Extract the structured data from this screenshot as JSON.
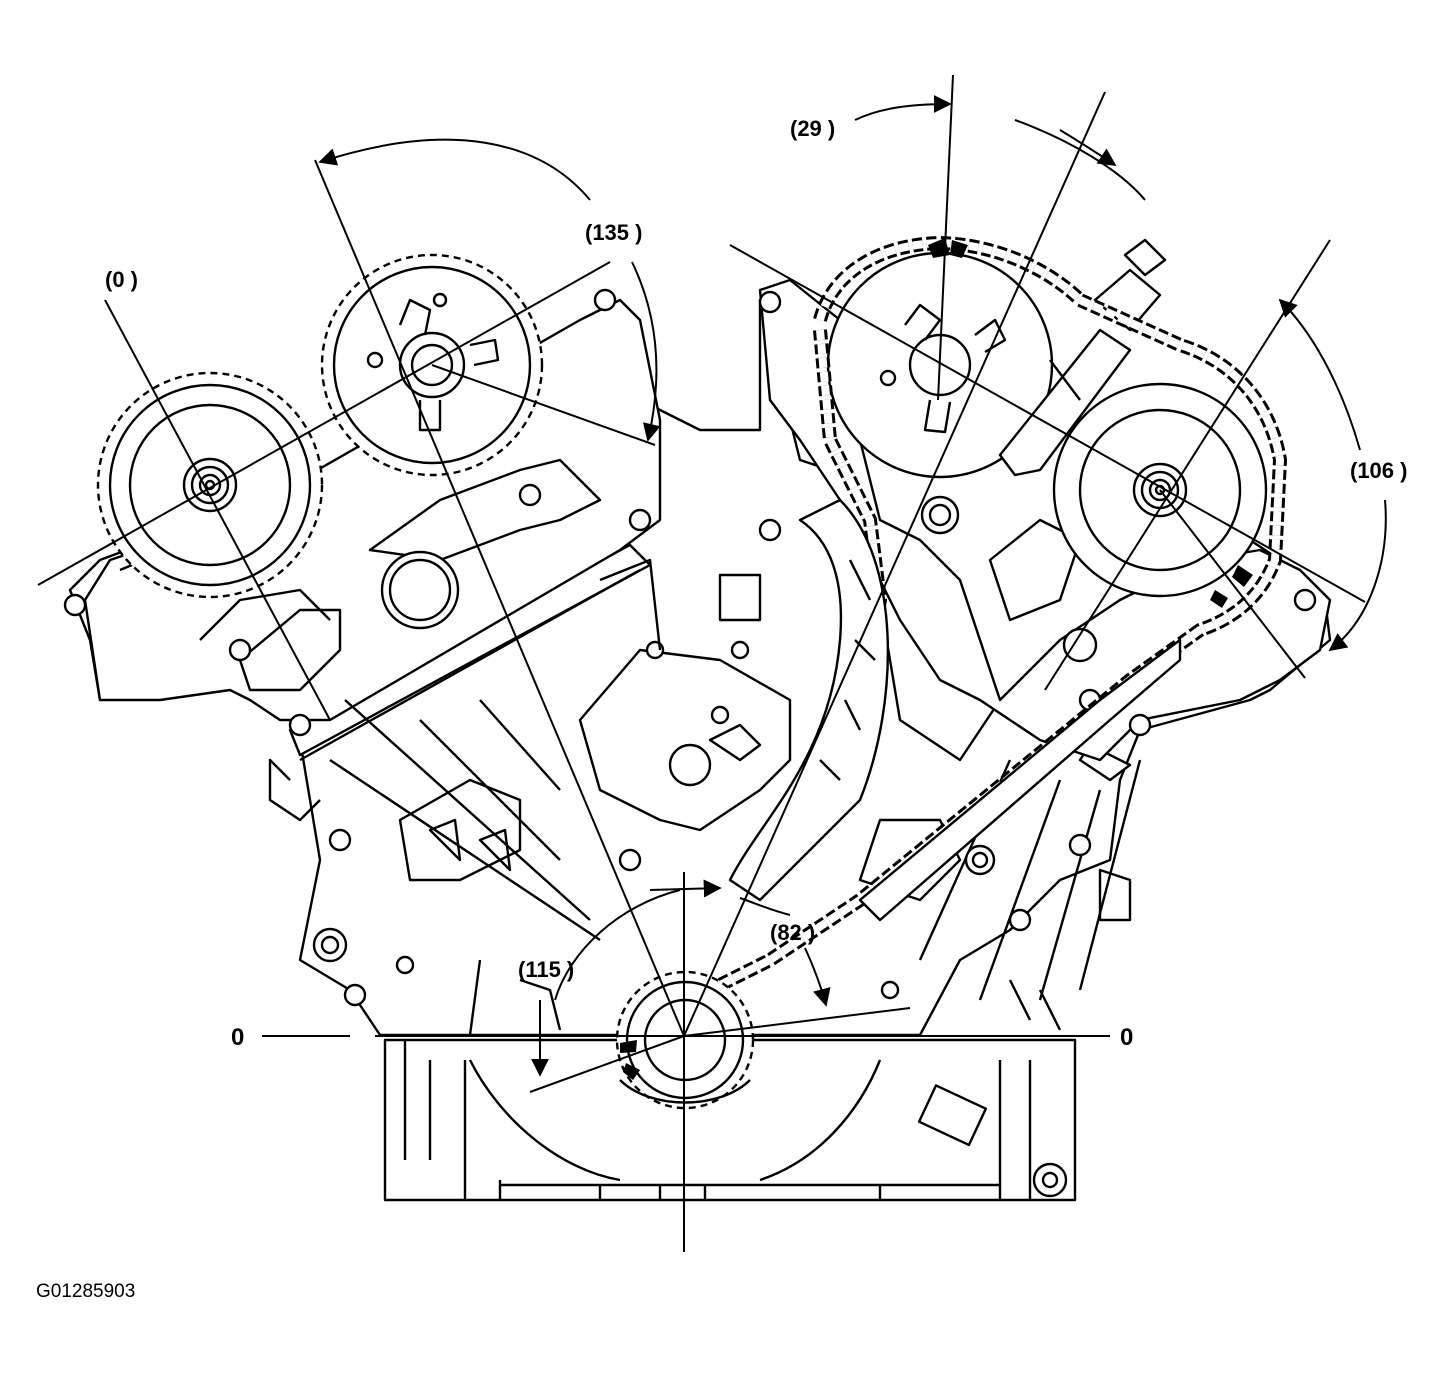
{
  "figure": {
    "id_label": "G01285903"
  },
  "angles": {
    "left_exhaust": "(0 )",
    "left_intake": "(135 )",
    "right_intake": "(29 )",
    "right_exhaust": "(106 )",
    "crank_right": "(82 )",
    "crank_left": "(115 )"
  },
  "reference": {
    "zero_left": "0",
    "zero_right": "0"
  }
}
